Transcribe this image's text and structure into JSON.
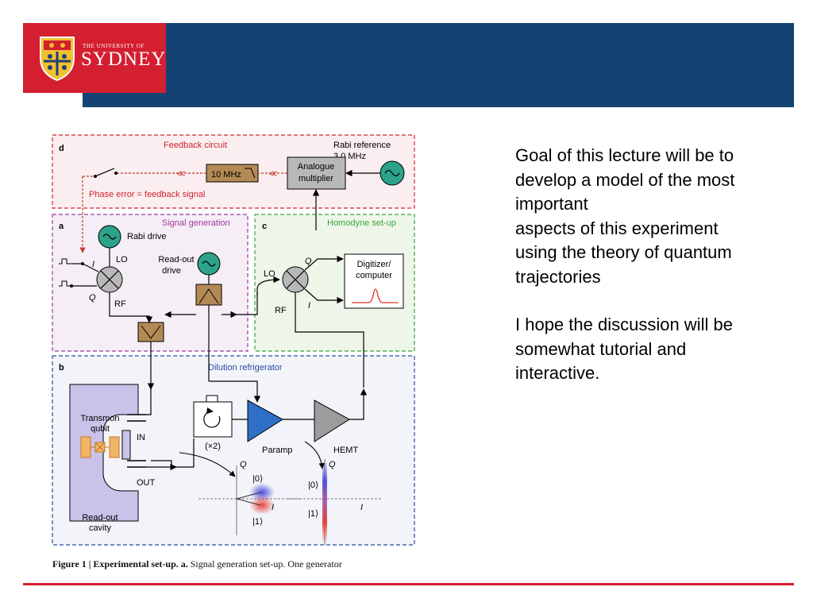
{
  "logo": {
    "line1": "THE UNIVERSITY OF",
    "line2": "SYDNEY"
  },
  "figure": {
    "panel_d": {
      "label": "d",
      "title": "Feedback circuit",
      "rabi_reference": "Rabi reference",
      "rabi_reference_freq": "3.0 MHz",
      "analogue_multiplier_1": "Analogue",
      "analogue_multiplier_2": "multiplier",
      "filter": "10 MHz",
      "phase_error": "Phase error = feedback signal"
    },
    "panel_a": {
      "label": "a",
      "title": "Signal generation",
      "rabi_drive": "Rabi drive",
      "lo": "LO",
      "rf": "RF",
      "i": "I",
      "q": "Q",
      "readout_drive_1": "Read-out",
      "readout_drive_2": "drive"
    },
    "panel_c": {
      "label": "c",
      "title": "Homodyne set-up",
      "lo": "LO",
      "rf": "RF",
      "q": "Q",
      "i": "I",
      "digitizer_1": "Digitizer/",
      "digitizer_2": "computer"
    },
    "panel_b": {
      "label": "b",
      "title": "Dilution refrigerator",
      "transmon_1": "Transmon",
      "transmon_2": "qubit",
      "in": "IN",
      "out": "OUT",
      "cavity_1": "Read-out",
      "cavity_2": "cavity",
      "circulator": "(×2)",
      "paramp": "Paramp",
      "hemt": "HEMT",
      "q1": "Q",
      "i1": "I",
      "ket0_1": "|0⟩",
      "ket1_1": "|1⟩",
      "q2": "Q",
      "i2": "I",
      "ket0_2": "|0⟩",
      "ket1_2": "|1⟩"
    },
    "caption_bold": "Figure 1 | Experimental set-up.",
    "caption_label": "a.",
    "caption_text": "Signal generation set-up. One generator"
  },
  "slide_text": {
    "line1": "Goal of this lecture will be to",
    "line2": "develop a model of the most",
    "line3": "important",
    "line4": "aspects of this experiment",
    "line5": "using the theory of quantum",
    "line6": "trajectories",
    "line7": "I hope the discussion will be",
    "line8": "somewhat tutorial and",
    "line9": "interactive."
  },
  "colors": {
    "header_blue": "#144373",
    "brand_red": "#d41f30",
    "feedback_red": "#d1242f",
    "signal_purple": "#9b3a9b",
    "homodyne_green": "#3aa33a",
    "fridge_blue": "#2a4aa0",
    "teal": "#2ca38a",
    "brown": "#b38a55"
  }
}
